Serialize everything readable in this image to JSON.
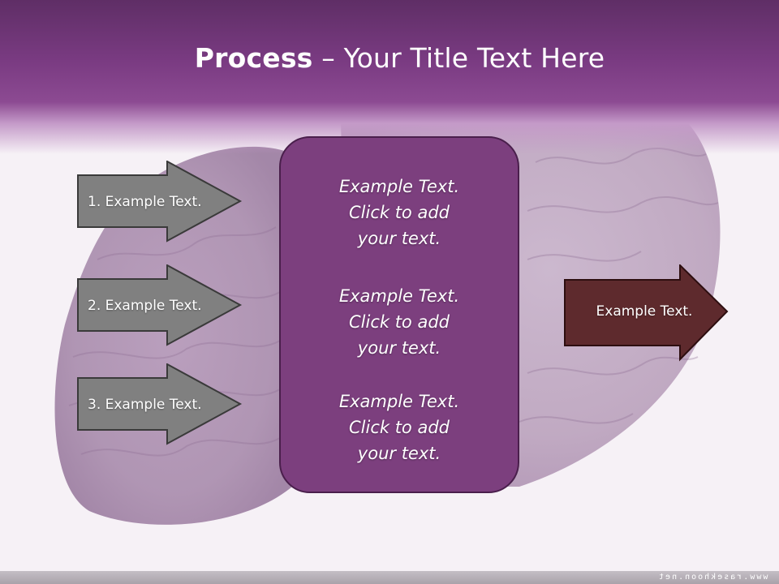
{
  "slide": {
    "title_bold": "Process",
    "title_rest": " – Your Title Text Here",
    "left_arrows": [
      {
        "label": "1. Example Text."
      },
      {
        "label": "2. Example Text."
      },
      {
        "label": "3. Example Text."
      }
    ],
    "center_blocks": [
      {
        "line1": "Example Text.",
        "line2": "Click  to add",
        "line3": "your text."
      },
      {
        "line1": "Example Text.",
        "line2": "Click  to add",
        "line3": "your text."
      },
      {
        "line1": "Example Text.",
        "line2": "Click  to add",
        "line3": "your text."
      }
    ],
    "right_arrow": {
      "label": "Example Text."
    },
    "footer": "www.rasekhoon.net"
  },
  "colors": {
    "header": "#7a3b82",
    "left_arrow_fill": "#808080",
    "center_box_fill": "#7c3f7e",
    "right_arrow_fill": "#5e2a2d"
  }
}
